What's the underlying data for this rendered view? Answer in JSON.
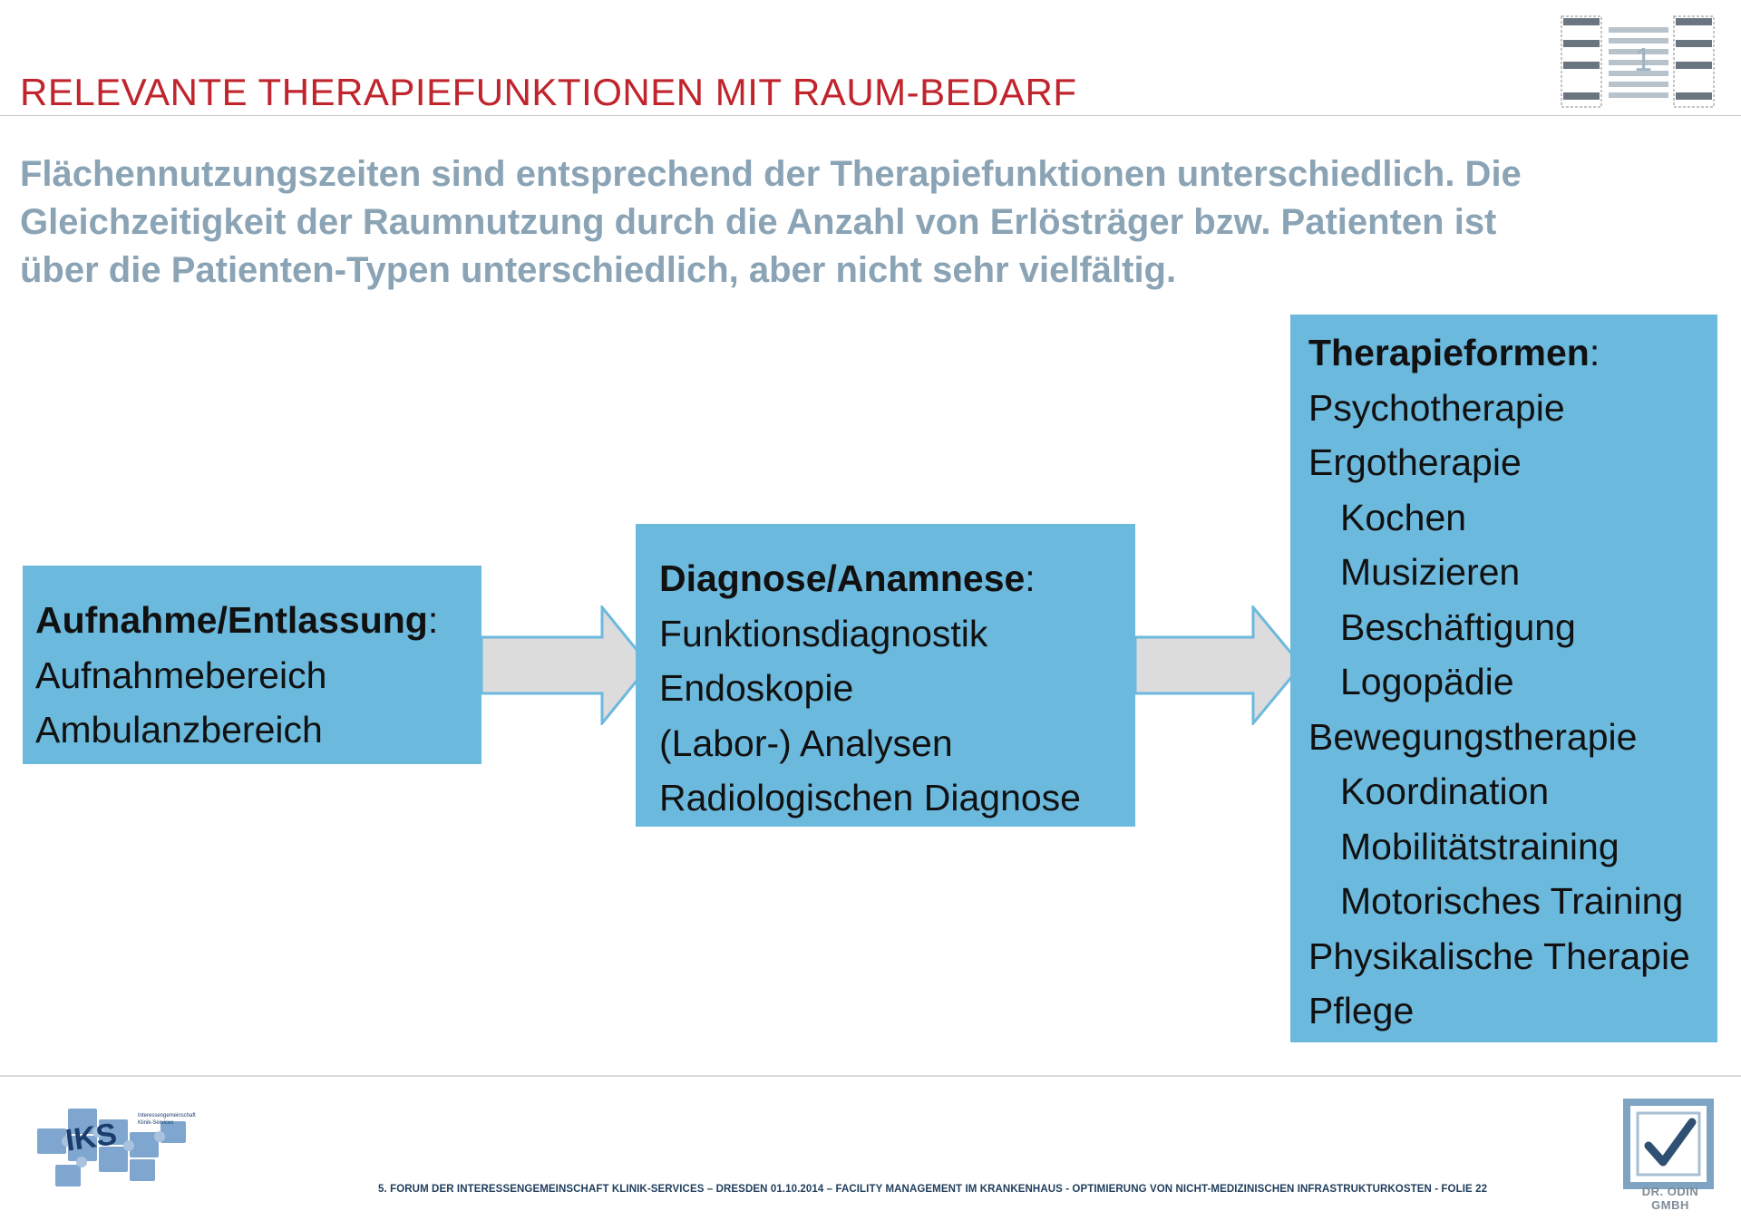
{
  "slide": {
    "title": "RELEVANTE THERAPIEFUNKTIONEN MIT RAUM-BEDARF",
    "thumbnail_number": "1",
    "intro_lines": [
      "Flächennutzungszeiten sind entsprechend der Therapiefunktionen unterschiedlich. Die",
      "Gleichzeitigkeit der Raumnutzung durch die Anzahl von Erlösträger bzw. Patienten ist",
      "über die Patienten-Typen unterschiedlich, aber nicht sehr vielfältig."
    ]
  },
  "boxes": [
    {
      "heading": "Aufnahme/Entlassung",
      "items": [
        {
          "text": "Aufnahmebereich",
          "indent": false
        },
        {
          "text": "Ambulanzbereich",
          "indent": false
        }
      ]
    },
    {
      "heading": "Diagnose/Anamnese",
      "items": [
        {
          "text": "Funktionsdiagnostik",
          "indent": false
        },
        {
          "text": "Endoskopie",
          "indent": false
        },
        {
          "text": "(Labor-) Analysen",
          "indent": false
        },
        {
          "text": "Radiologischen Diagnose",
          "indent": false
        }
      ]
    },
    {
      "heading": "Therapieformen",
      "items": [
        {
          "text": "Psychotherapie",
          "indent": false
        },
        {
          "text": "Ergotherapie",
          "indent": false
        },
        {
          "text": "Kochen",
          "indent": true
        },
        {
          "text": "Musizieren",
          "indent": true
        },
        {
          "text": "Beschäftigung",
          "indent": true
        },
        {
          "text": "Logopädie",
          "indent": true
        },
        {
          "text": "Bewegungstherapie",
          "indent": false
        },
        {
          "text": "Koordination",
          "indent": true
        },
        {
          "text": "Mobilitätstraining",
          "indent": true
        },
        {
          "text": "Motorisches Training",
          "indent": true
        },
        {
          "text": "Physikalische Therapie",
          "indent": false
        },
        {
          "text": "Pflege",
          "indent": false
        }
      ]
    }
  ],
  "footer": {
    "text": "5. FORUM DER INTERESSENGEMEINSCHAFT KLINIK-SERVICES – DRESDEN 01.10.2014 – FACILITY MANAGEMENT IM KRANKENHAUS  - OPTIMIERUNG VON NICHT-MEDIZINISCHEN INFRASTRUKTURKOSTEN - FOLIE 22",
    "left_logo": {
      "name": "IKS",
      "subtitle": [
        "Interessengemeinschaft",
        "Klinik-Services"
      ]
    },
    "right_logo": {
      "name": "DR. ODIN GMBH"
    }
  },
  "colors": {
    "title": "#c0242c",
    "intro": "#8aa3b5",
    "box": "#6cb9de",
    "arrow_fill": "#dcdcdc",
    "arrow_stroke": "#6cb9de"
  }
}
